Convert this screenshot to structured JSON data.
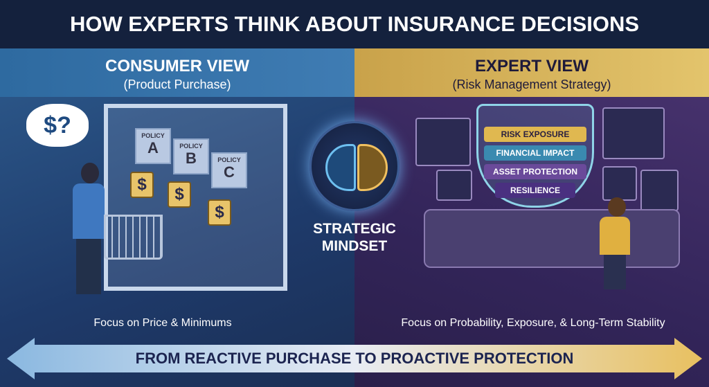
{
  "title": "HOW EXPERTS THINK ABOUT INSURANCE DECISIONS",
  "consumer": {
    "heading": "CONSUMER VIEW",
    "subheading": "(Product Purchase)",
    "thought": "$?",
    "policies": [
      {
        "label": "POLICY",
        "letter": "A"
      },
      {
        "label": "POLICY",
        "letter": "B"
      },
      {
        "label": "POLICY",
        "letter": "C"
      }
    ],
    "price_tag": "$",
    "caption": "Focus on Price & Minimums"
  },
  "expert": {
    "heading": "EXPERT VIEW",
    "subheading": "(Risk Management Strategy)",
    "shield_items": [
      "RISK EXPOSURE",
      "FINANCIAL IMPACT",
      "ASSET PROTECTION",
      "RESILIENCE"
    ],
    "caption": "Focus on Probability, Exposure, & Long-Term Stability"
  },
  "center": {
    "label_line1": "STRATEGIC",
    "label_line2": "MINDSET"
  },
  "footer": {
    "arrow_text": "FROM REACTIVE PURCHASE TO PROACTIVE PROTECTION"
  },
  "colors": {
    "consumer": "#2e6aa0",
    "expert": "#c9a24a",
    "title_bg": "#14213d"
  }
}
